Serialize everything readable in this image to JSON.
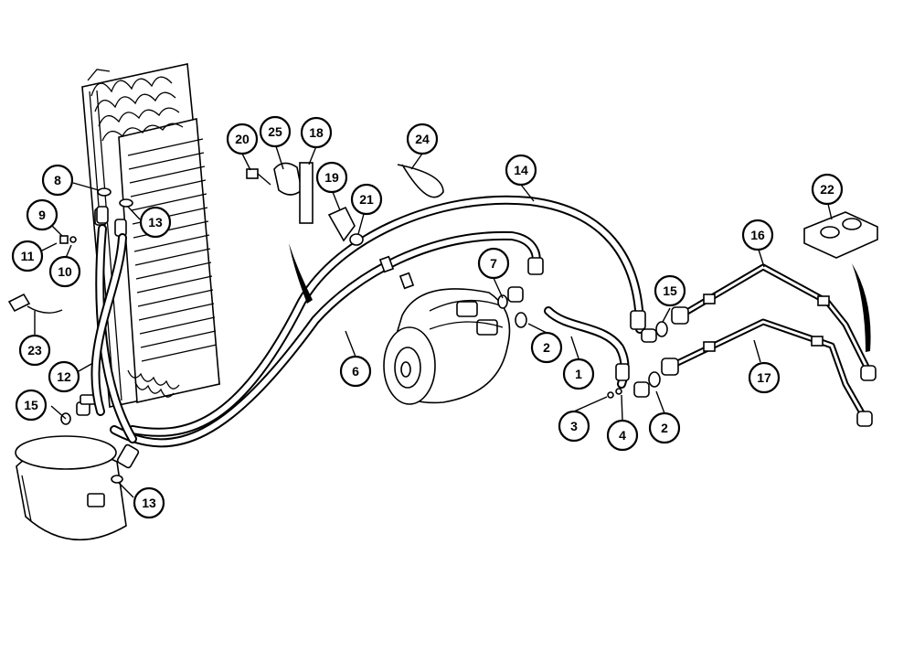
{
  "callouts": [
    {
      "id": "c1",
      "label": "1"
    },
    {
      "id": "c2a",
      "label": "2"
    },
    {
      "id": "c2b",
      "label": "2"
    },
    {
      "id": "c3",
      "label": "3"
    },
    {
      "id": "c4",
      "label": "4"
    },
    {
      "id": "c6",
      "label": "6"
    },
    {
      "id": "c7",
      "label": "7"
    },
    {
      "id": "c8",
      "label": "8"
    },
    {
      "id": "c9",
      "label": "9"
    },
    {
      "id": "c10",
      "label": "10"
    },
    {
      "id": "c11",
      "label": "11"
    },
    {
      "id": "c12",
      "label": "12"
    },
    {
      "id": "c13a",
      "label": "13"
    },
    {
      "id": "c13b",
      "label": "13"
    },
    {
      "id": "c14",
      "label": "14"
    },
    {
      "id": "c15a",
      "label": "15"
    },
    {
      "id": "c15b",
      "label": "15"
    },
    {
      "id": "c16",
      "label": "16"
    },
    {
      "id": "c17",
      "label": "17"
    },
    {
      "id": "c18",
      "label": "18"
    },
    {
      "id": "c19",
      "label": "19"
    },
    {
      "id": "c20",
      "label": "20"
    },
    {
      "id": "c21",
      "label": "21"
    },
    {
      "id": "c22",
      "label": "22"
    },
    {
      "id": "c23",
      "label": "23"
    },
    {
      "id": "c24",
      "label": "24"
    },
    {
      "id": "c25",
      "label": "25"
    }
  ]
}
